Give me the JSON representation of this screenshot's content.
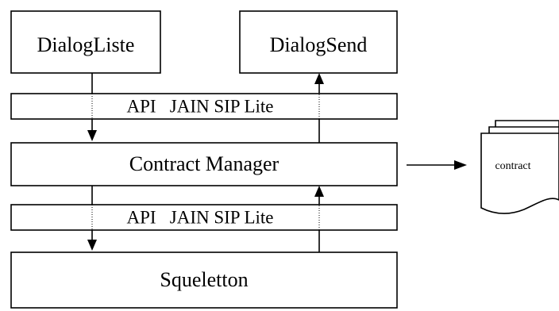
{
  "boxes": {
    "dialog_liste": "DialogListe",
    "dialog_send": "DialogSend",
    "api_top": "API   JAIN SIP Lite",
    "contract_manager": "Contract Manager",
    "api_bottom": "API   JAIN SIP Lite",
    "squeletton": "Squeletton"
  },
  "document": {
    "label": "contract"
  }
}
